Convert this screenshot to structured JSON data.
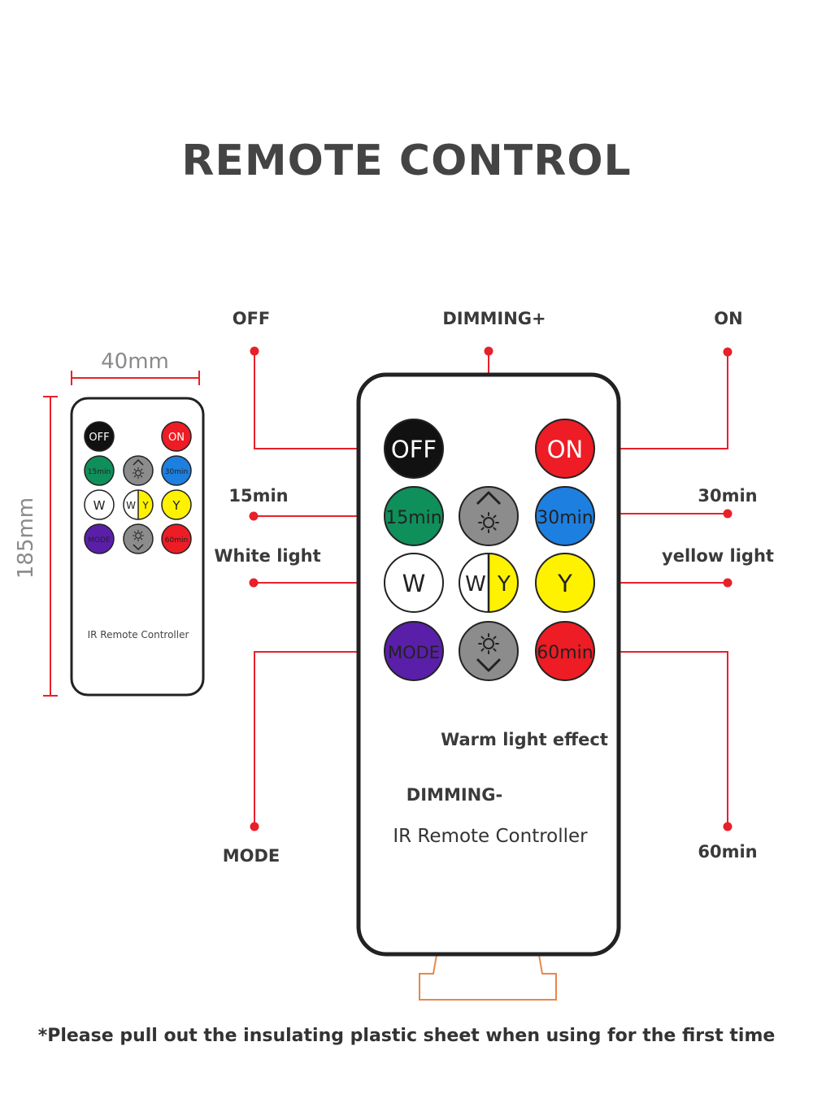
{
  "title": "REMOTE CONTROL",
  "footnote": "*Please pull out the insulating plastic sheet when using for the first time",
  "dimensions": {
    "width": "40mm",
    "height": "185mm"
  },
  "remote_label": "IR Remote Controller",
  "colors": {
    "line": "#e8202a",
    "off": "#111111",
    "on": "#ee1c24",
    "green": "#0f8f5a",
    "gray": "#8c8c8c",
    "blue": "#1d7fe0",
    "white": "#ffffff",
    "yellow": "#fff200",
    "purple": "#5a1fa8",
    "red": "#ee1c24",
    "tab": "#e8864a"
  },
  "buttons": {
    "off": "OFF",
    "on": "ON",
    "m15": "15min",
    "m30": "30min",
    "w": "W",
    "wy_w": "W",
    "wy_y": "Y",
    "y": "Y",
    "mode": "MODE",
    "m60": "60min"
  },
  "callouts": {
    "off": "OFF",
    "dimming_plus": "DIMMING+",
    "on": "ON",
    "m15": "15min",
    "m30": "30min",
    "white": "White light",
    "yellow": "yellow light",
    "warm": "Warm light effect",
    "dimming_minus": "DIMMING-",
    "mode": "MODE",
    "m60": "60min"
  }
}
